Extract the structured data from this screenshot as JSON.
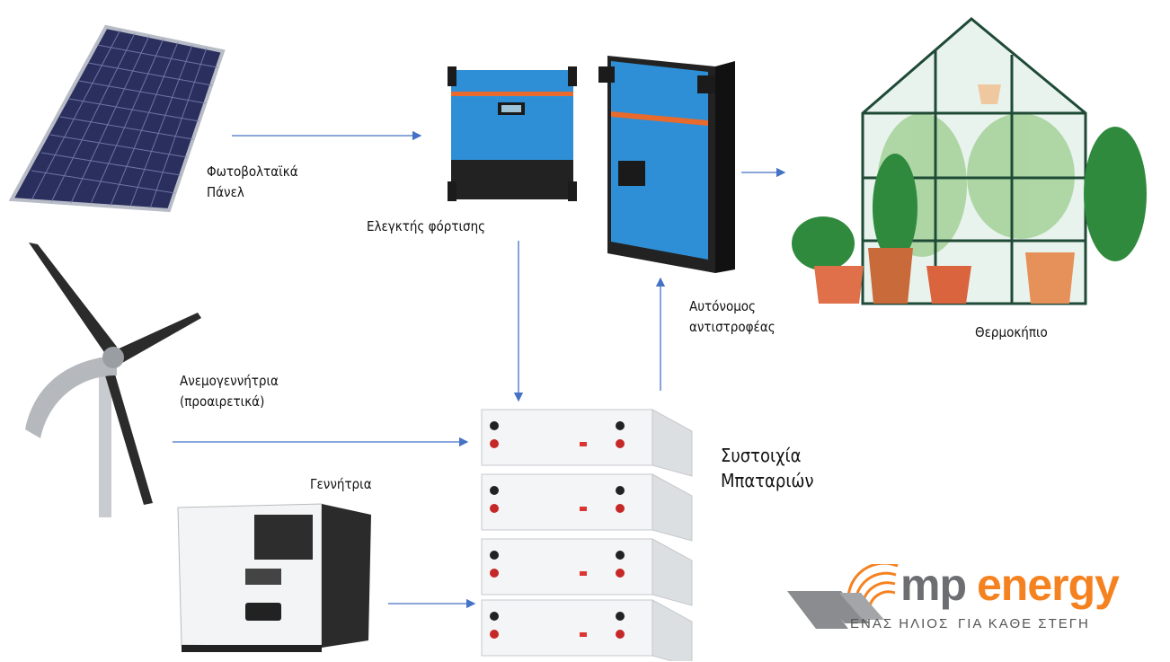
{
  "labels": {
    "pv_panel": [
      "Φωτοβολταϊκά",
      "Πάνελ"
    ],
    "charge_controller": "Ελεγκτής φόρτισης",
    "inverter": [
      "Αυτόνομος",
      "αντιστροφέας"
    ],
    "greenhouse": "Θερμοκήπιο",
    "wind_turbine": [
      "Ανεμογεννήτρια",
      "(προαιρετικά)"
    ],
    "generator": "Γεννήτρια",
    "battery_bank": [
      "Συστοιχία",
      "Μπαταριών"
    ]
  },
  "logo": {
    "brand_mp": "mp",
    "brand_energy": "energy",
    "tagline_left": "ΕΝΑΣ ΗΛΙΟΣ",
    "tagline_right": "ΓΙΑ ΚΑΘΕ ΣΤΕΓΗ"
  },
  "colors": {
    "arrow": "#4472c4",
    "victron_blue": "#2f8fd6",
    "logo_orange": "#f58220",
    "logo_gray": "#6d6e71"
  }
}
